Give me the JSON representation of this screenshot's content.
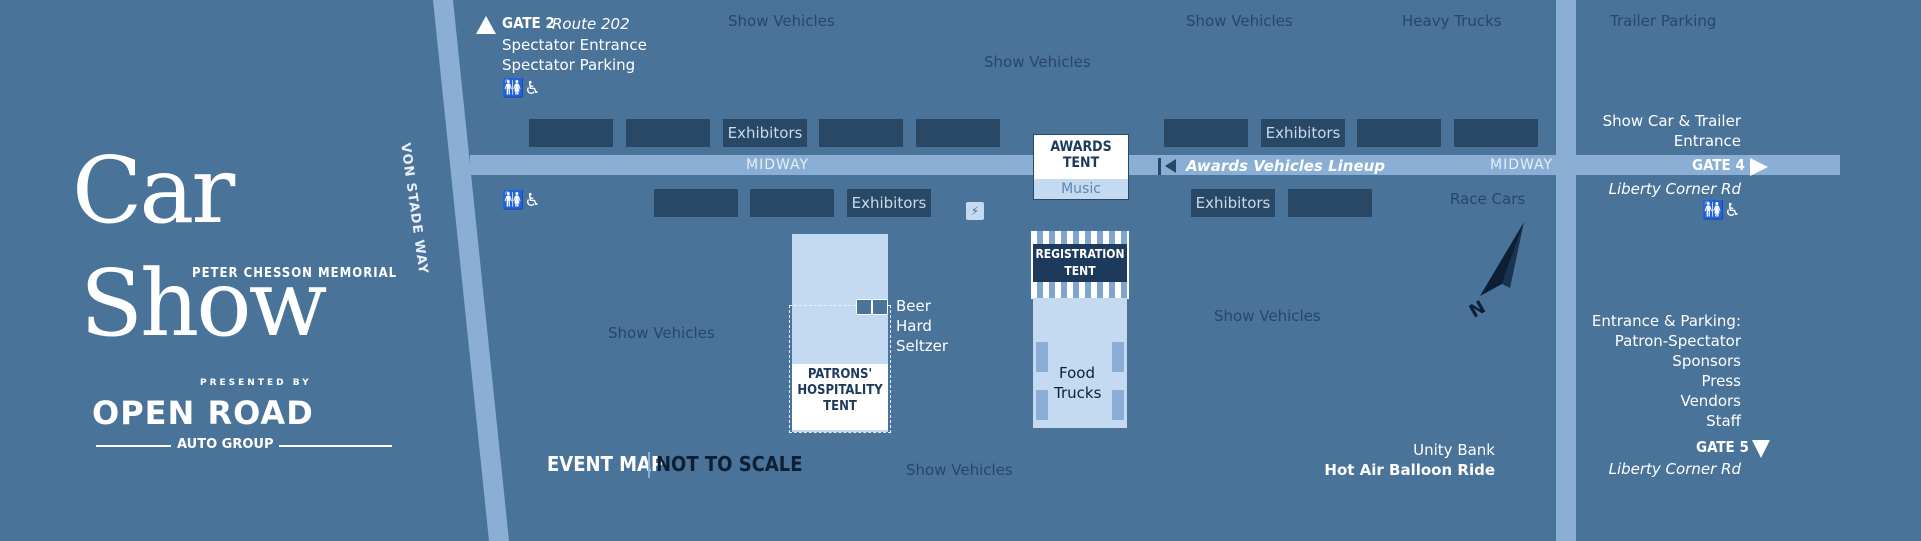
{
  "logo": {
    "title_line1": "Car",
    "title_line2": "Show",
    "memorial": "PETER CHESSON MEMORIAL",
    "presented_by": "PRESENTED BY",
    "sponsor": "OPEN ROAD",
    "sponsor_sub": "AUTO GROUP"
  },
  "roads": {
    "von_stade": "VON STADE WAY",
    "midway_left": "MIDWAY",
    "midway_right": "MIDWAY"
  },
  "gates": {
    "gate2": {
      "label": "GATE 2",
      "road": "Route 202",
      "line1": "Spectator Entrance",
      "line2": "Spectator Parking"
    },
    "gate4": {
      "label": "GATE 4",
      "road": "Liberty Corner Rd",
      "note1": "Show Car & Trailer",
      "note2": "Entrance"
    },
    "gate5": {
      "label": "GATE 5",
      "road": "Liberty Corner Rd"
    }
  },
  "areas": {
    "show_vehicles": "Show Vehicles",
    "heavy_trucks": "Heavy Trucks",
    "trailer_parking": "Trailer Parking",
    "race_cars": "Race Cars",
    "exhibitors": "Exhibitors",
    "awards_lineup": "Awards Vehicles Lineup"
  },
  "tents": {
    "awards_l1": "AWARDS",
    "awards_l2": "TENT",
    "awards_music": "Music",
    "registration_l1": "REGISTRATION",
    "registration_l2": "TENT",
    "patrons_l1": "PATRONS'",
    "patrons_l2": "HOSPITALITY",
    "patrons_l3": "TENT",
    "beer_l1": "Beer",
    "beer_l2": "Hard",
    "beer_l3": "Seltzer",
    "food_l1": "Food",
    "food_l2": "Trucks"
  },
  "entrance_info": {
    "heading": "Entrance & Parking:",
    "items": [
      "Patron-Spectator",
      "Sponsors",
      "Press",
      "Vendors",
      "Staff"
    ]
  },
  "balloon": {
    "line1": "Unity Bank",
    "line2": "Hot Air Balloon Ride"
  },
  "footer": {
    "event_map": "EVENT MAP",
    "not_to_scale": "NOT TO SCALE"
  },
  "compass": {
    "north": "N"
  },
  "colors": {
    "background": "#4a7399",
    "road": "#8aaed4",
    "booth": "#284866",
    "tent_light": "#c3daf0",
    "text_dim": "#27466a"
  }
}
